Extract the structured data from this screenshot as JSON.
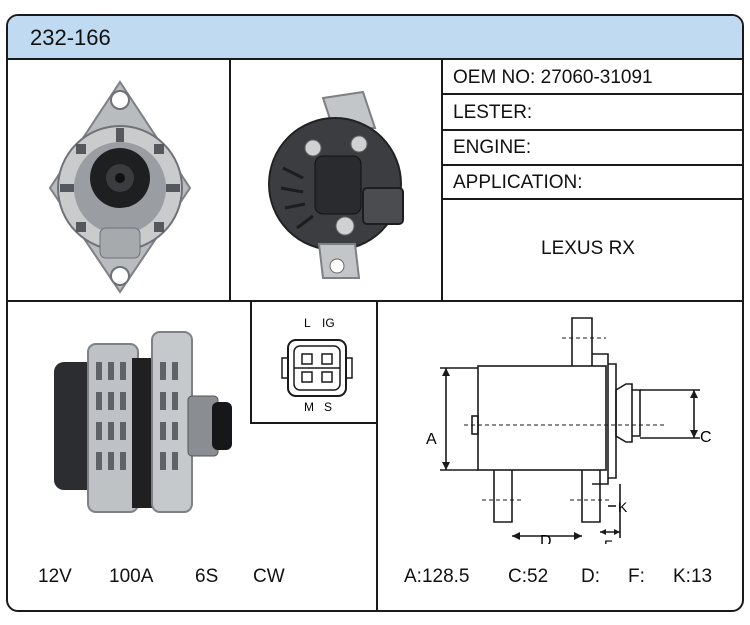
{
  "part_number": "232-166",
  "info": {
    "oem_label": "OEM NO:",
    "oem_value": "27060-31091",
    "lester_label": "LESTER:",
    "engine_label": "ENGINE:",
    "application_label": "APPLICATION:",
    "application_value": "LEXUS RX"
  },
  "connector": {
    "pin_l": "L",
    "pin_ig": "IG",
    "pin_m": "M",
    "pin_s": "S"
  },
  "specs": {
    "voltage": "12V",
    "amperage": "100A",
    "groove": "6S",
    "rotation": "CW"
  },
  "dimensions": {
    "a": "A:128.5",
    "c": "C:52",
    "d": "D:",
    "f": "F:",
    "k": "K:13"
  },
  "diagram_labels": {
    "a": "A",
    "c": "C",
    "d": "D",
    "f": "F",
    "k": "K"
  }
}
